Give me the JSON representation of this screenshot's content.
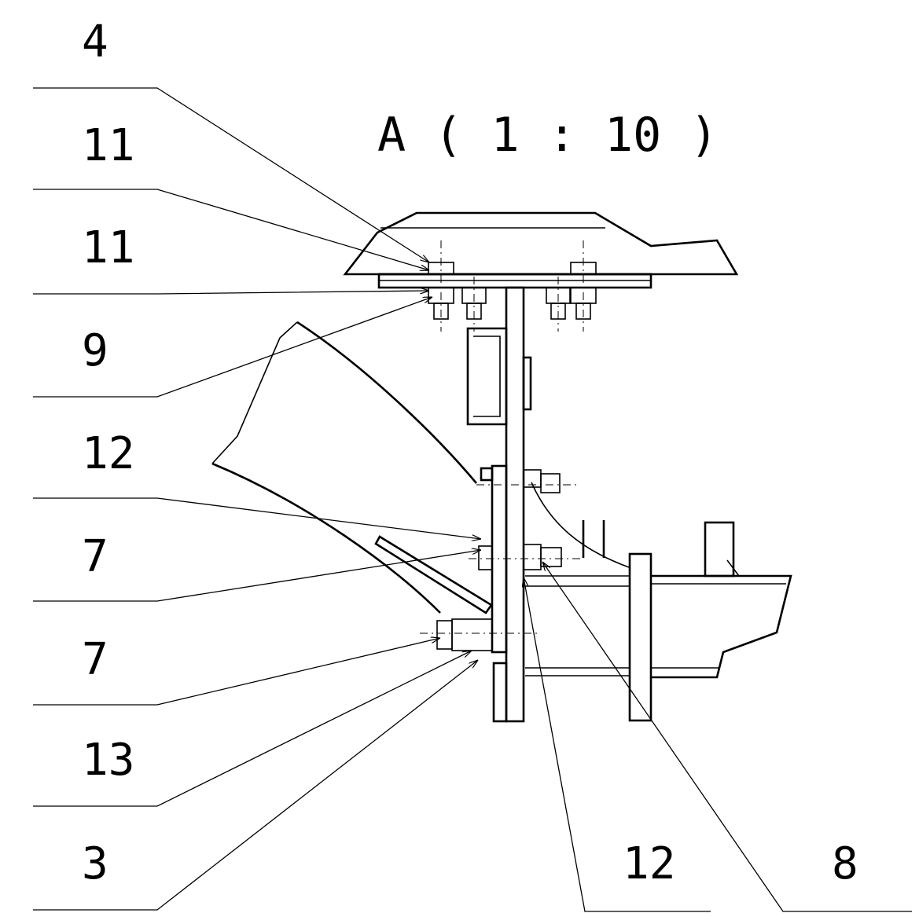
{
  "view_title": "A ( 1 : 10 )",
  "callouts": {
    "left": [
      "4",
      "11",
      "11",
      "9",
      "12",
      "7",
      "7",
      "13",
      "3"
    ],
    "bottom": [
      "12",
      "8"
    ]
  }
}
